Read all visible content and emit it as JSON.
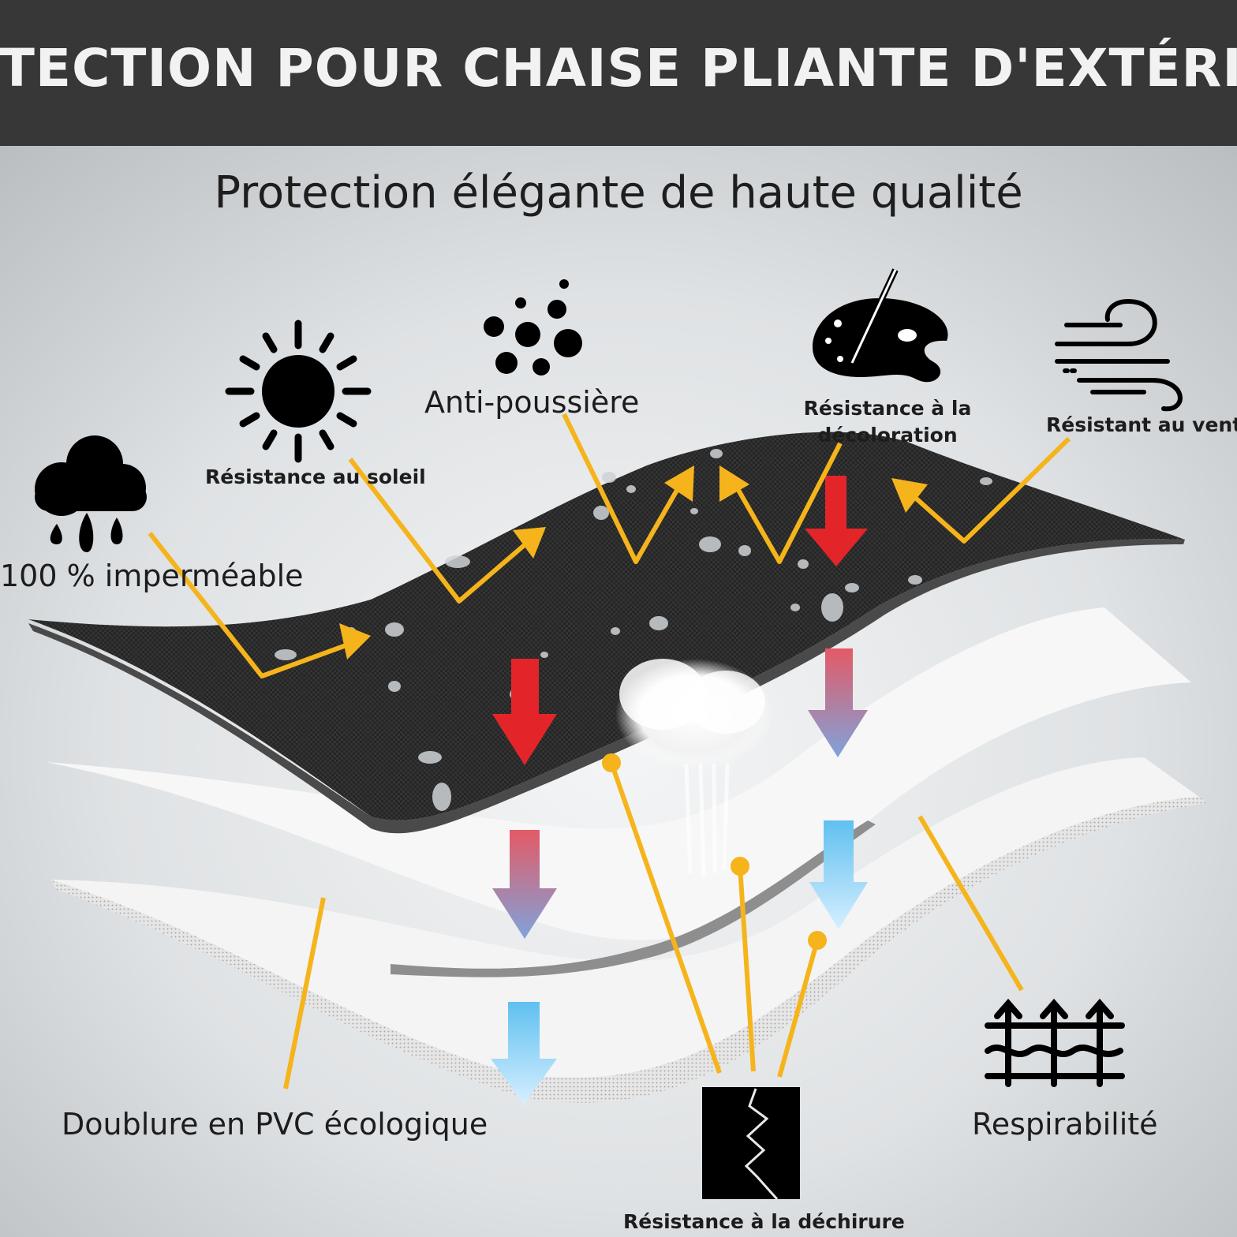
{
  "header": {
    "title": "PROTECTION POUR CHAISE PLIANTE D'EXTÉRIEUR"
  },
  "subtitle": "Protection élégante de haute qualité",
  "features": {
    "waterproof": "100 % imperméable",
    "sun": "Résistance au soleil",
    "dust": "Anti-poussière",
    "fade_line1": "Résistance à la",
    "fade_line2": "décoloration",
    "wind": "Résistant au vent",
    "lining": "Doublure en PVC écologique",
    "breathable": "Respirabilité",
    "tear": "Résistance à la déchirure"
  },
  "icons": [
    "rain-cloud-icon",
    "sun-icon",
    "dust-particles-icon",
    "paint-palette-icon",
    "wind-icon",
    "breathable-grid-icon",
    "tear-icon"
  ],
  "colors": {
    "banner": "#373737",
    "accent": "#f5b41c",
    "heat_arrow": "#e52a2a",
    "cool_arrow": "#6cc6f2"
  }
}
